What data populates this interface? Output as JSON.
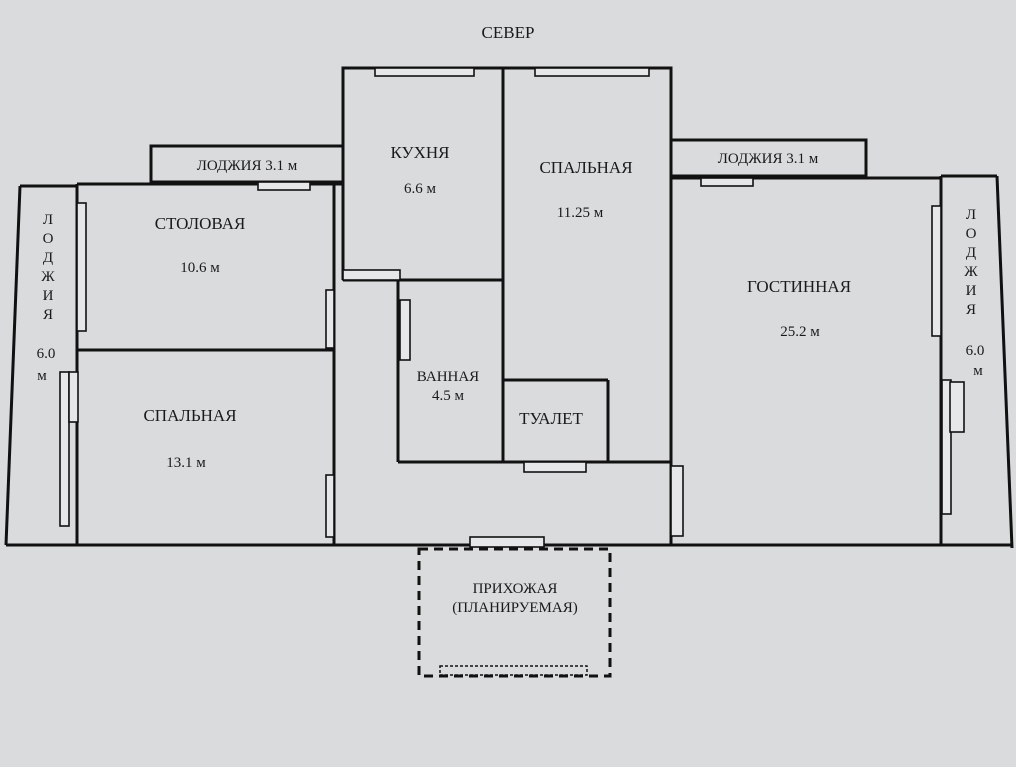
{
  "north": "СЕВЕР",
  "rooms": {
    "kitchen": {
      "name": "КУХНЯ",
      "area": "6.6 м"
    },
    "bedroom_north": {
      "name": "СПАЛЬНАЯ",
      "area": "11.25 м"
    },
    "dining": {
      "name": "СТОЛОВАЯ",
      "area": "10.6 м"
    },
    "bedroom_south": {
      "name": "СПАЛЬНАЯ",
      "area": "13.1 м"
    },
    "living": {
      "name": "ГОСТИННАЯ",
      "area": "25.2 м"
    },
    "bathroom": {
      "name": "ВАННАЯ",
      "area": "4.5 м"
    },
    "toilet": {
      "name": "ТУАЛЕТ"
    },
    "hall_line1": "ПРИХОЖАЯ",
    "hall_line2": "(ПЛАНИРУЕМАЯ)"
  },
  "loggias": {
    "north_left": "ЛОДЖИЯ  3.1 м",
    "north_right": "ЛОДЖИЯ  3.1 м",
    "west_letters": [
      "Л",
      "О",
      "Д",
      "Ж",
      "И",
      "Я"
    ],
    "west_area": "6.0",
    "west_unit": "м",
    "east_letters": [
      "Л",
      "О",
      "Д",
      "Ж",
      "И",
      "Я"
    ],
    "east_area": "6.0",
    "east_unit": "м"
  }
}
